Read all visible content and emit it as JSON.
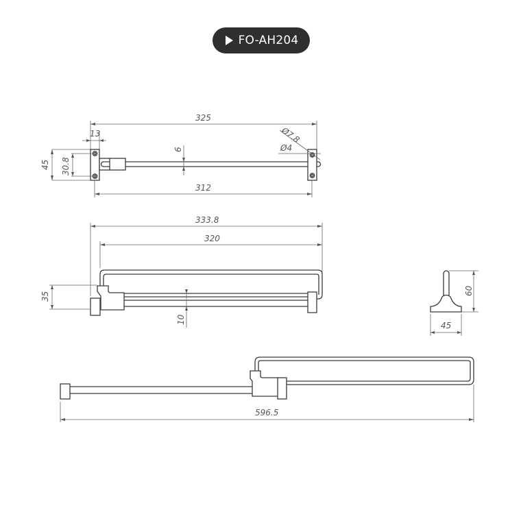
{
  "badge": {
    "icon": "play-triangle-icon",
    "label": "FO-AH204"
  },
  "colors": {
    "badge_bg": "#2f2f2f",
    "badge_text": "#ffffff",
    "line": "#3a3a3a",
    "dimension": "#666666",
    "background": "#ffffff"
  },
  "views": {
    "top_view": {
      "overall_length": "325",
      "inner_length": "312",
      "bracket_width": "13",
      "bracket_height": "45",
      "hole_spacing": "30.8",
      "rod_diameter": "6",
      "hole_outer_dia": "Ø7.8",
      "hole_inner_dia": "Ø4"
    },
    "front_view": {
      "overall_length": "333.8",
      "frame_length": "320",
      "height": "35",
      "rod_gap": "10"
    },
    "side_view": {
      "height": "60",
      "base_width": "45"
    },
    "extended_view": {
      "extended_length": "596.5"
    }
  }
}
